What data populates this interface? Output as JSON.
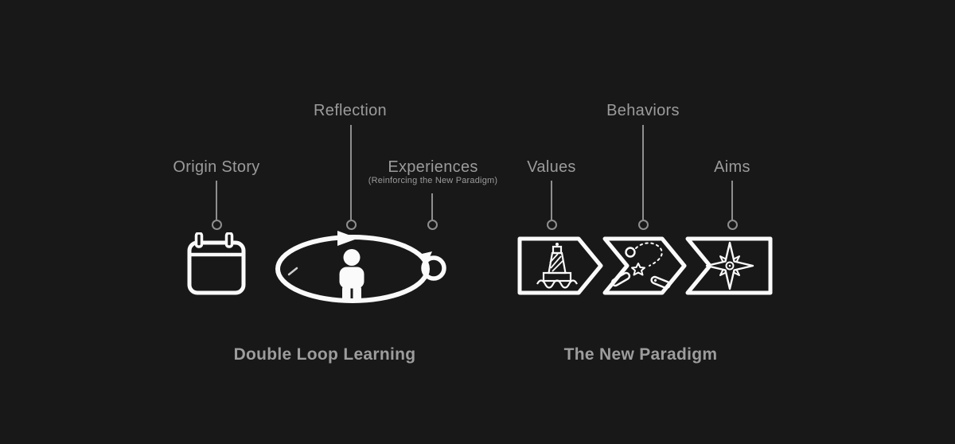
{
  "left": {
    "origin_story": "Origin Story",
    "reflection": "Reflection",
    "experiences": "Experiences",
    "experiences_subtitle": "(Reinforcing the New Paradigm)",
    "caption": "Double Loop Learning"
  },
  "right": {
    "values": "Values",
    "behaviors": "Behaviors",
    "aims": "Aims",
    "caption": "The New Paradigm"
  },
  "icons": {
    "left": [
      "calendar-icon",
      "double-loop-person-icon"
    ],
    "right": [
      "lighthouse-icon",
      "pinball-icon",
      "compass-rose-icon"
    ]
  },
  "colors": {
    "background": "#181818",
    "label_text": "#9b9b9b",
    "caption_text": "#9d9d9d",
    "connector": "#8e8e8e",
    "icon_stroke": "#fafafa"
  }
}
